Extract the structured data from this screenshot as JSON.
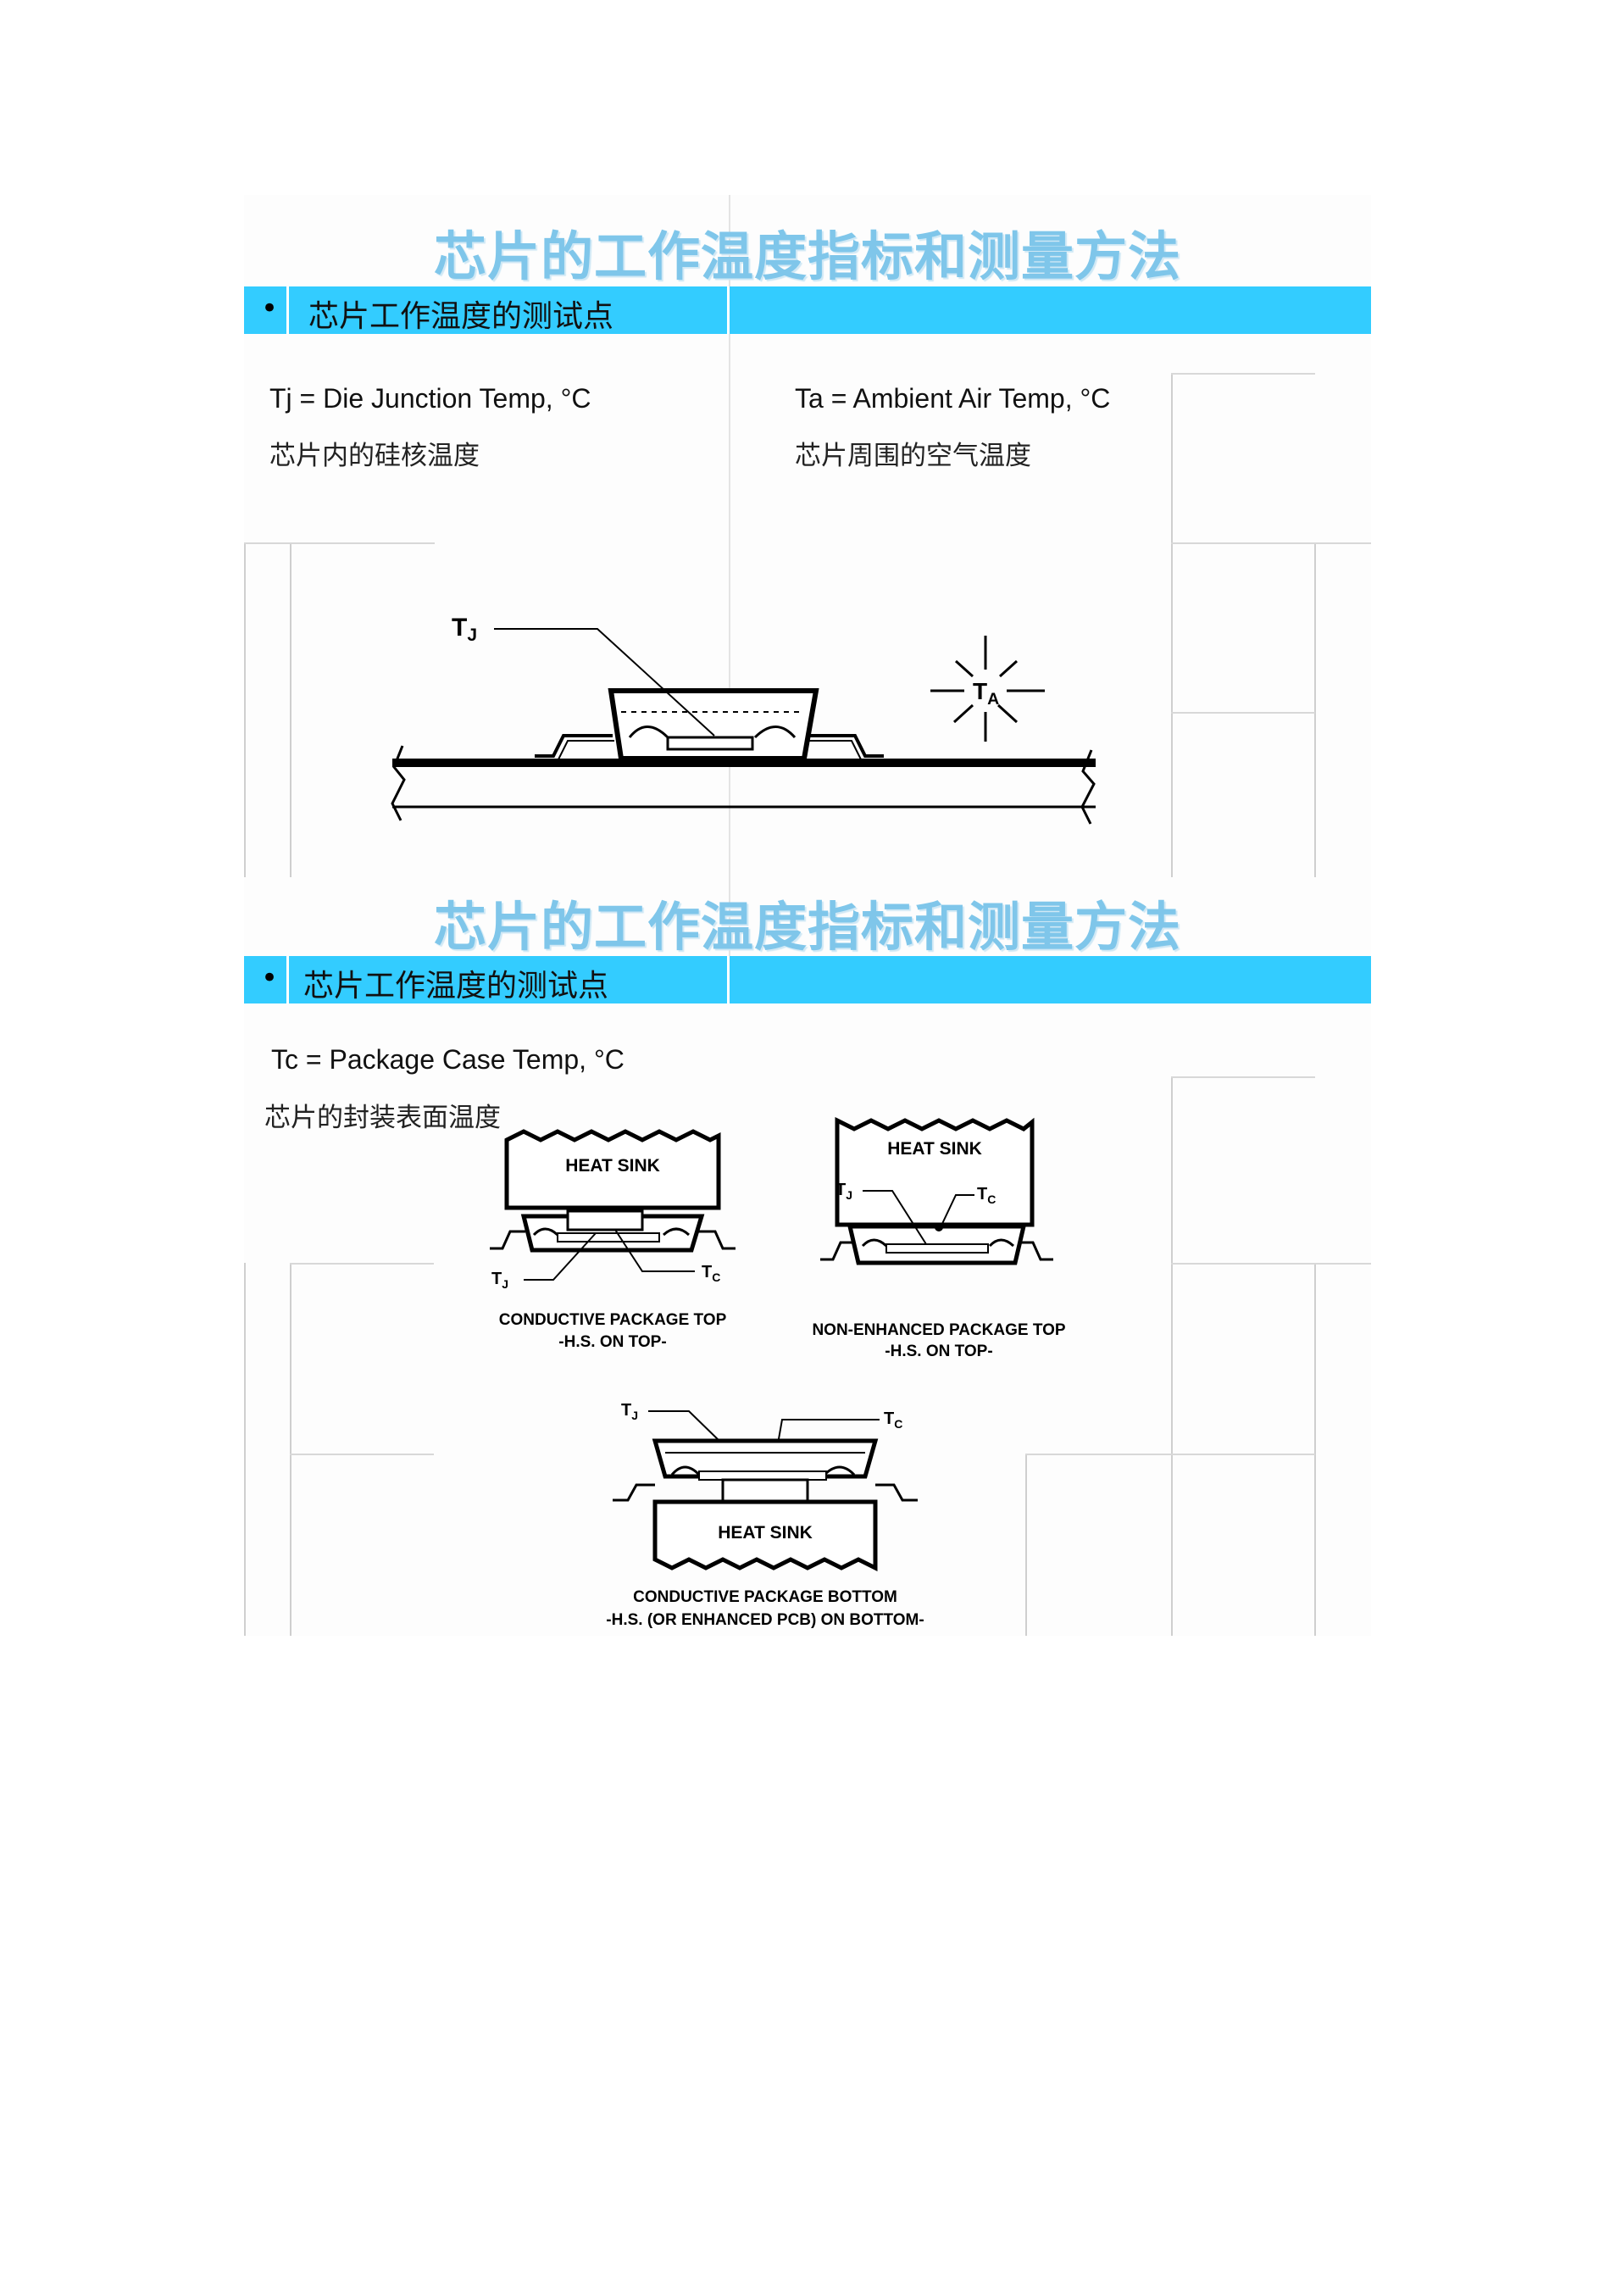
{
  "slides": [
    {
      "title": "芯片的工作温度指标和测量方法",
      "bullet": "•",
      "band_text": "芯片工作温度的测试点",
      "tj_label": "Tj = Die Junction Temp, °C",
      "tj_cn": "芯片内的硅核温度",
      "ta_label": "Ta = Ambient Air Temp, °C",
      "ta_cn": "芯片周围的空气温度",
      "diagram": {
        "tj": "T",
        "tj_sub": "J",
        "ta": "T",
        "ta_sub": "A"
      }
    },
    {
      "title": "芯片的工作温度指标和测量方法",
      "bullet": "•",
      "band_text": "芯片工作温度的测试点",
      "tc_label": "Tc = Package Case Temp, °C",
      "tc_cn": "芯片的封装表面温度",
      "diagrams": {
        "heat_sink": "HEAT SINK",
        "heat_sink_bottom": "HEAT SINK",
        "tj": "T",
        "tj_sub": "J",
        "tc": "T",
        "tc_sub": "C",
        "caption1_line1": "CONDUCTIVE PACKAGE TOP",
        "caption1_line2": "-H.S. ON TOP-",
        "caption2_line1": "NON-ENHANCED PACKAGE TOP",
        "caption2_line2": "-H.S. ON TOP-",
        "caption3_line1": "CONDUCTIVE PACKAGE BOTTOM",
        "caption3_line2": "-H.S. (OR ENHANCED PCB) ON BOTTOM-"
      }
    }
  ]
}
